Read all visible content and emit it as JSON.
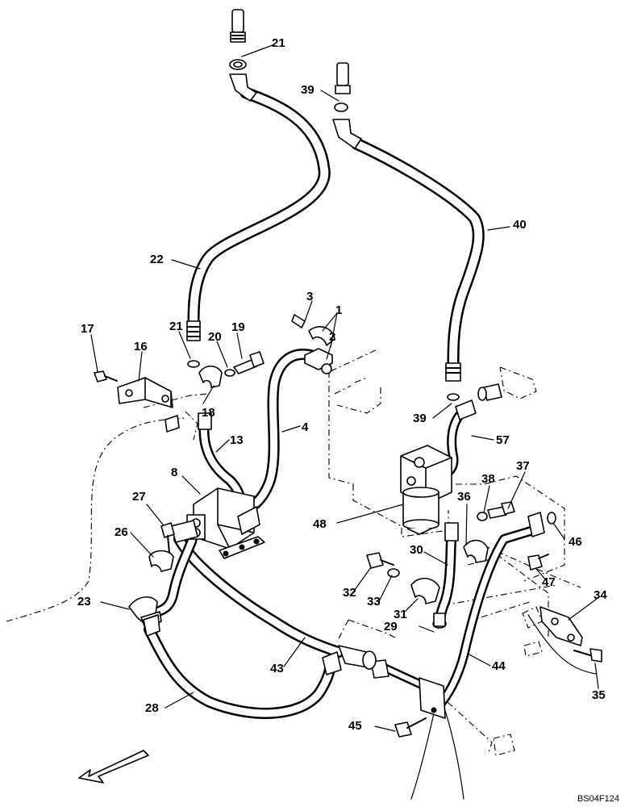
{
  "drawing_code": "BS04F124",
  "callouts": {
    "c1": "1",
    "c2": "2",
    "c3": "3",
    "c4": "4",
    "c8": "8",
    "c13": "13",
    "c16": "16",
    "c17": "17",
    "c18": "18",
    "c19": "19",
    "c20": "20",
    "c21a": "21",
    "c21b": "21",
    "c22": "22",
    "c23": "23",
    "c26": "26",
    "c27": "27",
    "c28": "28",
    "c29": "29",
    "c30": "30",
    "c31": "31",
    "c32": "32",
    "c33": "33",
    "c34": "34",
    "c35": "35",
    "c36": "36",
    "c37": "37",
    "c38": "38",
    "c39a": "39",
    "c39b": "39",
    "c40": "40",
    "c43": "43",
    "c44": "44",
    "c45": "45",
    "c46": "46",
    "c47": "47",
    "c48": "48",
    "c57": "57"
  }
}
